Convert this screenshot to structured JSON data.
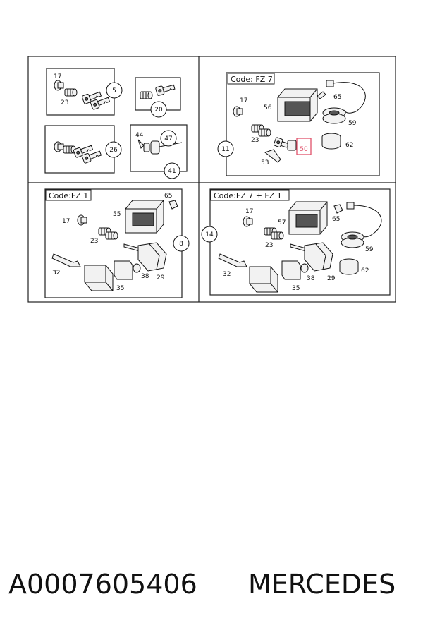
{
  "panels": {
    "top_left": {
      "groups": [
        {
          "circle": "5",
          "labels": [
            "17",
            "23"
          ]
        },
        {
          "circle": "20",
          "labels": []
        },
        {
          "circle": "26",
          "labels": []
        },
        {
          "circle": "47",
          "sub_circle": "41",
          "labels": [
            "44"
          ]
        }
      ]
    },
    "top_right": {
      "code": "Code: FZ  7",
      "circle": "11",
      "labels": [
        "17",
        "56",
        "65",
        "59",
        "23",
        "62",
        "53"
      ],
      "highlighted_label": "50"
    },
    "bottom_left": {
      "code": "Code:FZ  1",
      "circle": "8",
      "labels": [
        "65",
        "55",
        "17",
        "23",
        "32",
        "38",
        "29",
        "35"
      ]
    },
    "bottom_right": {
      "code": "Code:FZ  7 + FZ  1",
      "circle": "14",
      "labels": [
        "17",
        "65",
        "57",
        "23",
        "59",
        "32",
        "38",
        "29",
        "62",
        "35"
      ]
    }
  },
  "caption": {
    "part_number": "A0007605406",
    "brand": "MERCEDES"
  },
  "colors": {
    "highlight": "#e0506a",
    "line": "#111111"
  }
}
